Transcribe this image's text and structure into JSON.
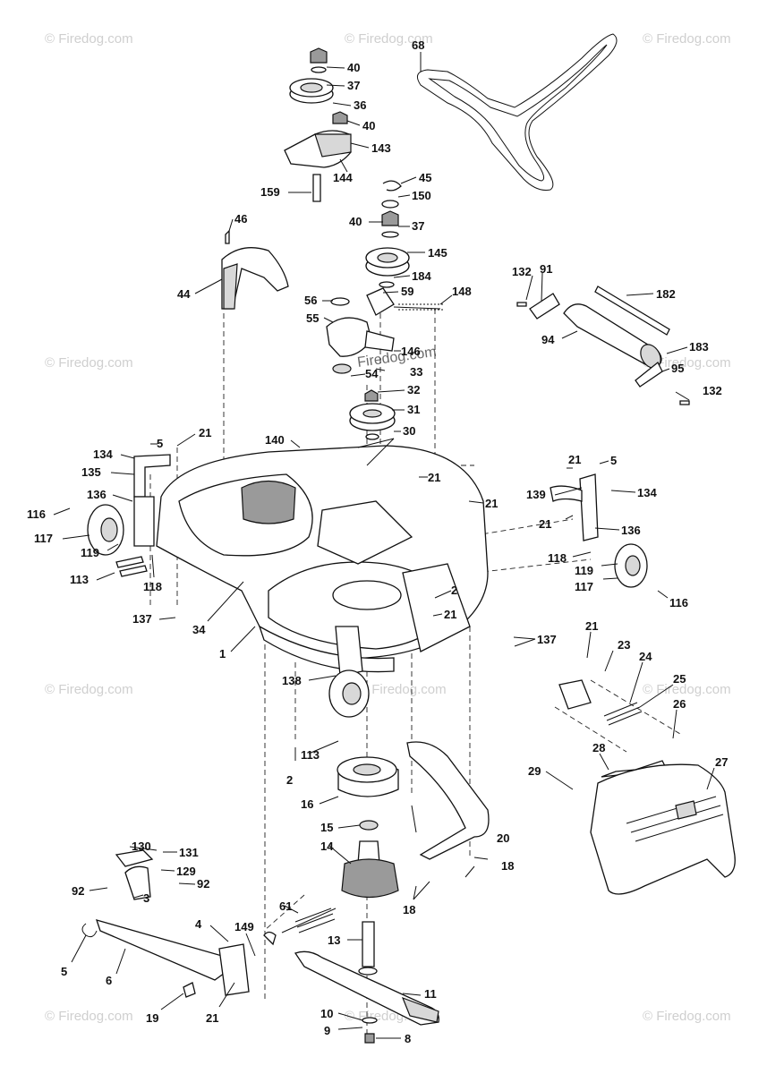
{
  "watermark": "© Firedog.com",
  "watermark_mid": "Firedog.com",
  "labels": {
    "p68": "68",
    "p40a": "40",
    "p37a": "37",
    "p36": "36",
    "p40b": "40",
    "p143": "143",
    "p144": "144",
    "p159": "159",
    "p45": "45",
    "p150": "150",
    "p40c": "40",
    "p37b": "37",
    "p145": "145",
    "p184": "184",
    "p46": "46",
    "p44": "44",
    "p56": "56",
    "p59": "59",
    "p148": "148",
    "p55": "55",
    "p146": "146",
    "p54": "54",
    "p33": "33",
    "p32": "32",
    "p31": "31",
    "p30": "30",
    "p132a": "132",
    "p91": "91",
    "p182": "182",
    "p94": "94",
    "p183": "183",
    "p95": "95",
    "p132b": "132",
    "p140": "140",
    "p21a": "21",
    "p5a": "5",
    "p134a": "134",
    "p135": "135",
    "p136a": "136",
    "p116a": "116",
    "p117a": "117",
    "p119a": "119",
    "p113a": "113",
    "p118a": "118",
    "p137a": "137",
    "p34": "34",
    "p1": "1",
    "p21b": "21",
    "p21c": "21",
    "p21d": "21",
    "p5b": "5",
    "p139": "139",
    "p134b": "134",
    "p21e": "21",
    "p136b": "136",
    "p118b": "118",
    "p119b": "119",
    "p117b": "117",
    "p116b": "116",
    "p2a": "2",
    "p21f": "21",
    "p137b": "137",
    "p138": "138",
    "p21g": "21",
    "p23": "23",
    "p24": "24",
    "p25": "25",
    "p26": "26",
    "p27": "27",
    "p28": "28",
    "p29": "29",
    "p113b": "113",
    "p2b": "2",
    "p16": "16",
    "p15": "15",
    "p14": "14",
    "p20": "20",
    "p18a": "18",
    "p18b": "18",
    "p130": "130",
    "p131": "131",
    "p129": "129",
    "p92a": "92",
    "p92b": "92",
    "p3": "3",
    "p61": "61",
    "p4": "4",
    "p149": "149",
    "p5c": "5",
    "p6": "6",
    "p13": "13",
    "p19": "19",
    "p21h": "21",
    "p11": "11",
    "p10": "10",
    "p9": "9",
    "p8": "8"
  }
}
